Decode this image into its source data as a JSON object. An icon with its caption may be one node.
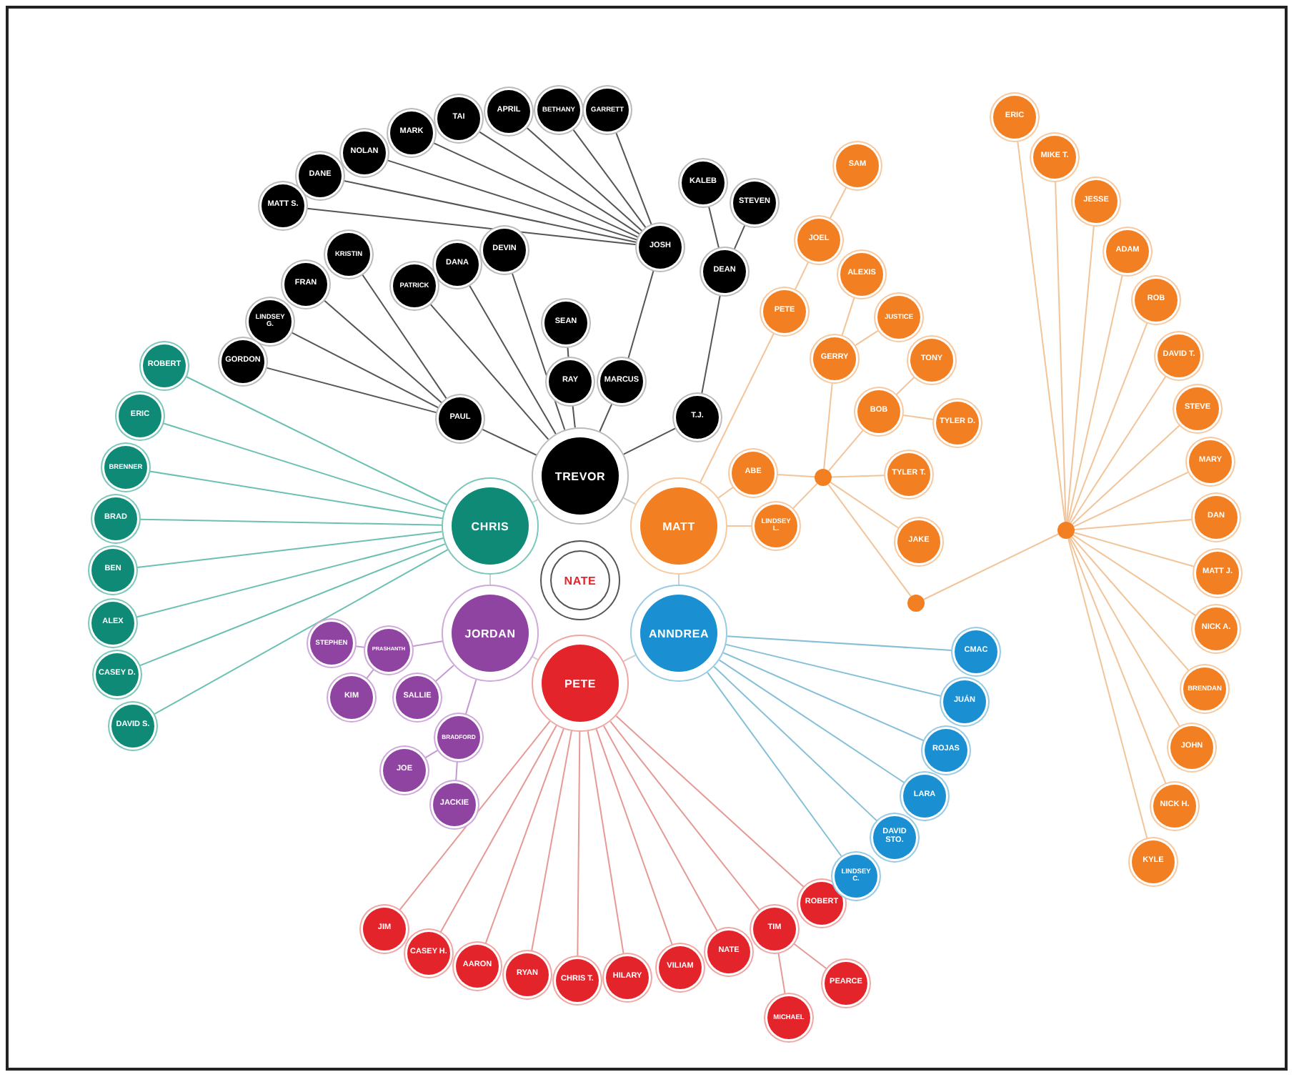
{
  "diagram": {
    "nodes": [
      {
        "text": [
          "NATE"
        ]
      },
      {
        "text": [
          "TREVOR"
        ]
      },
      {
        "text": [
          "CHRIS"
        ]
      },
      {
        "text": [
          "MATT"
        ]
      },
      {
        "text": [
          "JORDAN"
        ]
      },
      {
        "text": [
          "ANNDREA"
        ]
      },
      {
        "text": [
          "PETE"
        ]
      },
      {
        "text": [
          "GARRETT"
        ]
      },
      {
        "text": [
          "BETHANY"
        ]
      },
      {
        "text": [
          "APRIL"
        ]
      },
      {
        "text": [
          "TAI"
        ]
      },
      {
        "text": [
          "MARK"
        ]
      },
      {
        "text": [
          "NOLAN"
        ]
      },
      {
        "text": [
          "DANE"
        ]
      },
      {
        "text": [
          "MATT S."
        ]
      },
      {
        "text": [
          "KALEB"
        ]
      },
      {
        "text": [
          "STEVEN"
        ]
      },
      {
        "text": [
          "JOSH"
        ]
      },
      {
        "text": [
          "DEAN"
        ]
      },
      {
        "text": [
          "KRISTIN"
        ]
      },
      {
        "text": [
          "DEVIN"
        ]
      },
      {
        "text": [
          "DANA"
        ]
      },
      {
        "text": [
          "FRAN"
        ]
      },
      {
        "text": [
          "PATRICK"
        ]
      },
      {
        "text": [
          "LINDSEY G."
        ]
      },
      {
        "text": [
          "SEAN"
        ]
      },
      {
        "text": [
          "GORDON"
        ]
      },
      {
        "text": [
          "RAY"
        ]
      },
      {
        "text": [
          "MARCUS"
        ]
      },
      {
        "text": [
          "T.J."
        ]
      },
      {
        "text": [
          "PAUL"
        ]
      },
      {
        "text": [
          "ROBERT"
        ]
      },
      {
        "text": [
          "ERIC"
        ]
      },
      {
        "text": [
          "BRENNER"
        ]
      },
      {
        "text": [
          "BRAD"
        ]
      },
      {
        "text": [
          "BEN"
        ]
      },
      {
        "text": [
          "ALEX"
        ]
      },
      {
        "text": [
          "CASEY D."
        ]
      },
      {
        "text": [
          "DAVID S."
        ]
      },
      {
        "text": [
          "STEPHEN"
        ]
      },
      {
        "text": [
          "PRASHANTH"
        ]
      },
      {
        "text": [
          "KIM"
        ]
      },
      {
        "text": [
          "SALLIE"
        ]
      },
      {
        "text": [
          "BRADFORD"
        ]
      },
      {
        "text": [
          "JOE"
        ]
      },
      {
        "text": [
          "JACKIE"
        ]
      },
      {
        "text": [
          "JIM"
        ]
      },
      {
        "text": [
          "CASEY H."
        ]
      },
      {
        "text": [
          "AARON"
        ]
      },
      {
        "text": [
          "RYAN"
        ]
      },
      {
        "text": [
          "CHRIS T."
        ]
      },
      {
        "text": [
          "HILARY"
        ]
      },
      {
        "text": [
          "VILIAM"
        ]
      },
      {
        "text": [
          "NATE"
        ]
      },
      {
        "text": [
          "TIM"
        ]
      },
      {
        "text": [
          "ROBERT"
        ]
      },
      {
        "text": [
          "PEARCE"
        ]
      },
      {
        "text": [
          "MICHAEL"
        ]
      },
      {
        "text": [
          "CMAC"
        ]
      },
      {
        "text": [
          "JUÁN"
        ]
      },
      {
        "text": [
          "ROJAS"
        ]
      },
      {
        "text": [
          "LARA"
        ]
      },
      {
        "text": [
          "DAVID STO."
        ]
      },
      {
        "text": [
          "LINDSEY C."
        ]
      },
      {
        "text": [
          "SAM"
        ]
      },
      {
        "text": [
          "JOEL"
        ]
      },
      {
        "text": [
          "PETE"
        ]
      },
      {
        "text": [
          "ALEXIS"
        ]
      },
      {
        "text": [
          "JUSTICE"
        ]
      },
      {
        "text": [
          "GERRY"
        ]
      },
      {
        "text": [
          "TONY"
        ]
      },
      {
        "text": [
          "BOB"
        ]
      },
      {
        "text": [
          "TYLER D."
        ]
      },
      {
        "text": [
          "ABE"
        ]
      },
      {
        "text": [
          "TYLER T."
        ]
      },
      {
        "text": [
          "LINDSEY L."
        ]
      },
      {
        "text": [
          "JAKE"
        ]
      },
      {
        "text": [],
        "shape": "circle"
      },
      {
        "text": [],
        "shape": "circle"
      },
      {
        "text": [],
        "shape": "circle"
      },
      {
        "text": [
          "ERIC"
        ]
      },
      {
        "text": [
          "MIKE T."
        ]
      },
      {
        "text": [
          "JESSE"
        ]
      },
      {
        "text": [
          "ADAM"
        ]
      },
      {
        "text": [
          "ROB"
        ]
      },
      {
        "text": [
          "DAVID T."
        ]
      },
      {
        "text": [
          "STEVE"
        ]
      },
      {
        "text": [
          "MARY"
        ]
      },
      {
        "text": [
          "DAN"
        ]
      },
      {
        "text": [
          "MATT J."
        ]
      },
      {
        "text": [
          "NICK A."
        ]
      },
      {
        "text": [
          "BRENDAN"
        ]
      },
      {
        "text": [
          "JOHN"
        ]
      },
      {
        "text": [
          "NICK H."
        ]
      },
      {
        "text": [
          "KYLE"
        ]
      }
    ],
    "edges": [
      {
        "from": 1,
        "to": 3,
        "arrow": "none",
        "color": "#d0d0d0"
      },
      {
        "from": 3,
        "to": 5,
        "arrow": "none",
        "color": "#d0d0d0"
      },
      {
        "from": 5,
        "to": 6,
        "arrow": "none",
        "color": "#d0d0d0"
      },
      {
        "from": 6,
        "to": 4,
        "arrow": "none",
        "color": "#d0d0d0"
      },
      {
        "from": 4,
        "to": 2,
        "arrow": "none",
        "color": "#d0d0d0"
      },
      {
        "from": 2,
        "to": 1,
        "arrow": "none",
        "color": "#d0d0d0"
      },
      {
        "from": 17,
        "to": 7,
        "arrow": "none",
        "color": "#555555"
      },
      {
        "from": 17,
        "to": 8,
        "arrow": "none",
        "color": "#555555"
      },
      {
        "from": 17,
        "to": 9,
        "arrow": "none",
        "color": "#555555"
      },
      {
        "from": 17,
        "to": 10,
        "arrow": "none",
        "color": "#555555"
      },
      {
        "from": 17,
        "to": 11,
        "arrow": "none",
        "color": "#555555"
      },
      {
        "from": 17,
        "to": 12,
        "arrow": "none",
        "color": "#555555"
      },
      {
        "from": 17,
        "to": 13,
        "arrow": "none",
        "color": "#555555"
      },
      {
        "from": 17,
        "to": 14,
        "arrow": "none",
        "color": "#555555"
      },
      {
        "from": 1,
        "to": 28,
        "arrow": "none",
        "color": "#555555"
      },
      {
        "from": 28,
        "to": 17,
        "arrow": "none",
        "color": "#555555"
      },
      {
        "from": 1,
        "to": 29,
        "arrow": "none",
        "color": "#555555"
      },
      {
        "from": 29,
        "to": 18,
        "arrow": "none",
        "color": "#555555"
      },
      {
        "from": 18,
        "to": 15,
        "arrow": "none",
        "color": "#555555"
      },
      {
        "from": 18,
        "to": 16,
        "arrow": "none",
        "color": "#555555"
      },
      {
        "from": 1,
        "to": 27,
        "arrow": "none",
        "color": "#555555"
      },
      {
        "from": 27,
        "to": 25,
        "arrow": "none",
        "color": "#555555"
      },
      {
        "from": 1,
        "to": 20,
        "arrow": "none",
        "color": "#555555"
      },
      {
        "from": 1,
        "to": 21,
        "arrow": "none",
        "color": "#555555"
      },
      {
        "from": 1,
        "to": 23,
        "arrow": "none",
        "color": "#555555"
      },
      {
        "from": 1,
        "to": 30,
        "arrow": "none",
        "color": "#555555"
      },
      {
        "from": 30,
        "to": 19,
        "arrow": "none",
        "color": "#555555"
      },
      {
        "from": 30,
        "to": 22,
        "arrow": "none",
        "color": "#555555"
      },
      {
        "from": 30,
        "to": 24,
        "arrow": "none",
        "color": "#555555"
      },
      {
        "from": 30,
        "to": 26,
        "arrow": "none",
        "color": "#555555"
      },
      {
        "from": 2,
        "to": 31,
        "arrow": "none",
        "color": "#6cc0b2"
      },
      {
        "from": 2,
        "to": 32,
        "arrow": "none",
        "color": "#6cc0b2"
      },
      {
        "from": 2,
        "to": 33,
        "arrow": "none",
        "color": "#6cc0b2"
      },
      {
        "from": 2,
        "to": 34,
        "arrow": "none",
        "color": "#6cc0b2"
      },
      {
        "from": 2,
        "to": 35,
        "arrow": "none",
        "color": "#6cc0b2"
      },
      {
        "from": 2,
        "to": 36,
        "arrow": "none",
        "color": "#6cc0b2"
      },
      {
        "from": 2,
        "to": 37,
        "arrow": "none",
        "color": "#6cc0b2"
      },
      {
        "from": 2,
        "to": 38,
        "arrow": "none",
        "color": "#6cc0b2"
      },
      {
        "from": 4,
        "to": 40,
        "arrow": "none",
        "color": "#c39bd0"
      },
      {
        "from": 40,
        "to": 39,
        "arrow": "none",
        "color": "#c39bd0"
      },
      {
        "from": 40,
        "to": 41,
        "arrow": "none",
        "color": "#c39bd0"
      },
      {
        "from": 4,
        "to": 42,
        "arrow": "none",
        "color": "#c39bd0"
      },
      {
        "from": 4,
        "to": 43,
        "arrow": "none",
        "color": "#c39bd0"
      },
      {
        "from": 43,
        "to": 44,
        "arrow": "none",
        "color": "#c39bd0"
      },
      {
        "from": 43,
        "to": 45,
        "arrow": "none",
        "color": "#c39bd0"
      },
      {
        "from": 6,
        "to": 46,
        "arrow": "none",
        "color": "#e59a96"
      },
      {
        "from": 6,
        "to": 47,
        "arrow": "none",
        "color": "#e59a96"
      },
      {
        "from": 6,
        "to": 48,
        "arrow": "none",
        "color": "#e59a96"
      },
      {
        "from": 6,
        "to": 49,
        "arrow": "none",
        "color": "#e59a96"
      },
      {
        "from": 6,
        "to": 50,
        "arrow": "none",
        "color": "#e59a96"
      },
      {
        "from": 6,
        "to": 51,
        "arrow": "none",
        "color": "#e59a96"
      },
      {
        "from": 6,
        "to": 52,
        "arrow": "none",
        "color": "#e59a96"
      },
      {
        "from": 6,
        "to": 53,
        "arrow": "none",
        "color": "#e59a96"
      },
      {
        "from": 6,
        "to": 54,
        "arrow": "none",
        "color": "#e59a96"
      },
      {
        "from": 6,
        "to": 55,
        "arrow": "none",
        "color": "#e59a96"
      },
      {
        "from": 54,
        "to": 56,
        "arrow": "none",
        "color": "#e59a96"
      },
      {
        "from": 54,
        "to": 57,
        "arrow": "none",
        "color": "#e59a96"
      },
      {
        "from": 5,
        "to": 58,
        "arrow": "none",
        "color": "#86bfd8"
      },
      {
        "from": 5,
        "to": 59,
        "arrow": "none",
        "color": "#86bfd8"
      },
      {
        "from": 5,
        "to": 60,
        "arrow": "none",
        "color": "#86bfd8"
      },
      {
        "from": 5,
        "to": 61,
        "arrow": "none",
        "color": "#86bfd8"
      },
      {
        "from": 5,
        "to": 62,
        "arrow": "none",
        "color": "#86bfd8"
      },
      {
        "from": 5,
        "to": 63,
        "arrow": "none",
        "color": "#86bfd8"
      },
      {
        "from": 3,
        "to": 66,
        "arrow": "none",
        "color": "#f2c49a"
      },
      {
        "from": 66,
        "to": 65,
        "arrow": "none",
        "color": "#f2c49a"
      },
      {
        "from": 65,
        "to": 64,
        "arrow": "none",
        "color": "#f2c49a"
      },
      {
        "from": 3,
        "to": 73,
        "arrow": "none",
        "color": "#f2c49a"
      },
      {
        "from": 73,
        "to": 77,
        "arrow": "none",
        "color": "#f2c49a"
      },
      {
        "from": 3,
        "to": 75,
        "arrow": "none",
        "color": "#f2c49a"
      },
      {
        "from": 75,
        "to": 77,
        "arrow": "none",
        "color": "#f2c49a"
      },
      {
        "from": 77,
        "to": 69,
        "arrow": "none",
        "color": "#f2c49a"
      },
      {
        "from": 69,
        "to": 67,
        "arrow": "none",
        "color": "#f2c49a"
      },
      {
        "from": 69,
        "to": 68,
        "arrow": "none",
        "color": "#f2c49a"
      },
      {
        "from": 77,
        "to": 71,
        "arrow": "none",
        "color": "#f2c49a"
      },
      {
        "from": 71,
        "to": 70,
        "arrow": "none",
        "color": "#f2c49a"
      },
      {
        "from": 71,
        "to": 72,
        "arrow": "none",
        "color": "#f2c49a"
      },
      {
        "from": 77,
        "to": 74,
        "arrow": "none",
        "color": "#f2c49a"
      },
      {
        "from": 77,
        "to": 76,
        "arrow": "none",
        "color": "#f2c49a"
      },
      {
        "from": 77,
        "to": 78,
        "arrow": "none",
        "color": "#f2c49a"
      },
      {
        "from": 78,
        "to": 79,
        "arrow": "none",
        "color": "#f2c49a"
      },
      {
        "from": 79,
        "to": 80,
        "arrow": "none",
        "color": "#f2c49a"
      },
      {
        "from": 79,
        "to": 81,
        "arrow": "none",
        "color": "#f2c49a"
      },
      {
        "from": 79,
        "to": 82,
        "arrow": "none",
        "color": "#f2c49a"
      },
      {
        "from": 79,
        "to": 83,
        "arrow": "none",
        "color": "#f2c49a"
      },
      {
        "from": 79,
        "to": 84,
        "arrow": "none",
        "color": "#f2c49a"
      },
      {
        "from": 79,
        "to": 85,
        "arrow": "none",
        "color": "#f2c49a"
      },
      {
        "from": 79,
        "to": 86,
        "arrow": "none",
        "color": "#f2c49a"
      },
      {
        "from": 79,
        "to": 87,
        "arrow": "none",
        "color": "#f2c49a"
      },
      {
        "from": 79,
        "to": 88,
        "arrow": "none",
        "color": "#f2c49a"
      },
      {
        "from": 79,
        "to": 89,
        "arrow": "none",
        "color": "#f2c49a"
      },
      {
        "from": 79,
        "to": 90,
        "arrow": "none",
        "color": "#f2c49a"
      },
      {
        "from": 79,
        "to": 91,
        "arrow": "none",
        "color": "#f2c49a"
      },
      {
        "from": 79,
        "to": 92,
        "arrow": "none",
        "color": "#f2c49a"
      },
      {
        "from": 79,
        "to": 93,
        "arrow": "none",
        "color": "#f2c49a"
      },
      {
        "from": 79,
        "to": 94,
        "arrow": "none",
        "color": "#f2c49a"
      }
    ]
  }
}
